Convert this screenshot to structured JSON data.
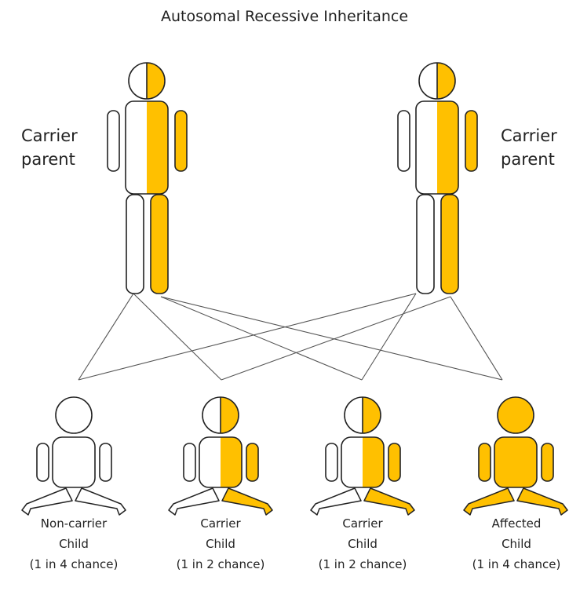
{
  "title": "Autosomal Recessive Inheritance",
  "colors": {
    "affected": "#ffc000",
    "outline": "#222222",
    "unaffected": "#ffffff",
    "background": "#ffffff"
  },
  "parents": [
    {
      "label_line1": "Carrier",
      "label_line2": "parent",
      "status": "carrier"
    },
    {
      "label_line1": "Carrier",
      "label_line2": "parent",
      "status": "carrier"
    }
  ],
  "children": [
    {
      "line1": "Non-carrier",
      "line2": "Child",
      "line3": "(1 in 4 chance)",
      "status": "non-carrier"
    },
    {
      "line1": "Carrier",
      "line2": "Child",
      "line3": "(1 in 2 chance)",
      "status": "carrier"
    },
    {
      "line1": "Carrier",
      "line2": "Child",
      "line3": "(1 in 2 chance)",
      "status": "carrier"
    },
    {
      "line1": "Affected",
      "line2": "Child",
      "line3": "(1 in 4 chance)",
      "status": "affected"
    }
  ]
}
